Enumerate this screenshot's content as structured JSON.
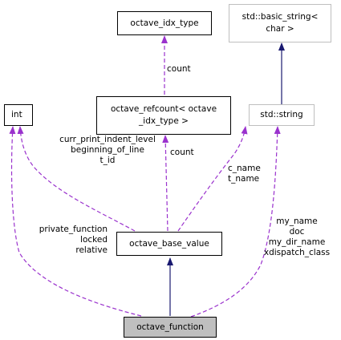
{
  "nodes": {
    "octave_idx_type": "octave_idx_type",
    "basic_string_line1": "std::basic_string<",
    "basic_string_line2": "char >",
    "int": "int",
    "refcount_line1": "octave_refcount< octave",
    "refcount_line2": "_idx_type >",
    "std_string": "std::string",
    "octave_base_value": "octave_base_value",
    "octave_function": "octave_function"
  },
  "edge_labels": {
    "idx_to_refcount": "count",
    "refcount_to_base": "count",
    "int_to_base": [
      "curr_print_indent_level",
      "beginning_of_line",
      "t_id"
    ],
    "string_to_base": [
      "c_name",
      "t_name"
    ],
    "int_to_function": [
      "private_function",
      "locked",
      "relative"
    ],
    "string_to_function": [
      "my_name",
      "doc",
      "my_dir_name",
      "xdispatch_class"
    ]
  },
  "colors": {
    "inheritance_edge": "#191970",
    "usage_edge": "#9a32cd",
    "highlight_fill": "#bfbfbf",
    "external_border": "#bfbfbf"
  }
}
